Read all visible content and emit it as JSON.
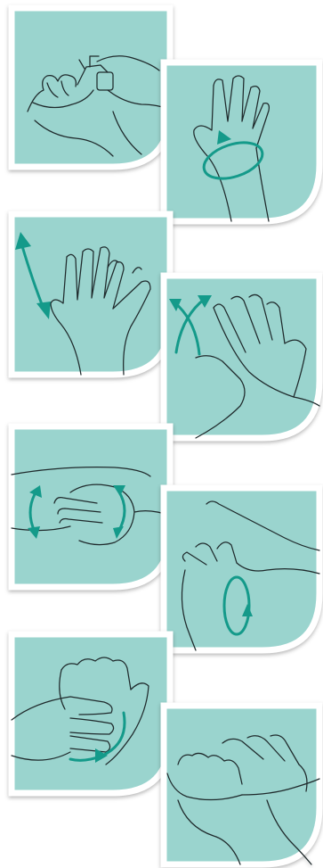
{
  "steps": [
    {
      "id": 1,
      "name": "apply-soap",
      "arrow": "none"
    },
    {
      "id": 2,
      "name": "rub-back-of-hand",
      "arrow": "circular"
    },
    {
      "id": 3,
      "name": "rub-palm-to-palm",
      "arrow": "up-down"
    },
    {
      "id": 4,
      "name": "interlace-fingers-back",
      "arrow": "crossing"
    },
    {
      "id": 5,
      "name": "interlock-fingers",
      "arrow": "circular"
    },
    {
      "id": 6,
      "name": "rub-thumb",
      "arrow": "circular"
    },
    {
      "id": 7,
      "name": "rub-fingertips-in-palm",
      "arrow": "circular"
    },
    {
      "id": 8,
      "name": "cupped-hands-rinse",
      "arrow": "none"
    }
  ],
  "colors": {
    "panel": "#9ad4ce",
    "accent": "#149a8a",
    "border": "#ffffff",
    "line": "#1f2a2c"
  }
}
